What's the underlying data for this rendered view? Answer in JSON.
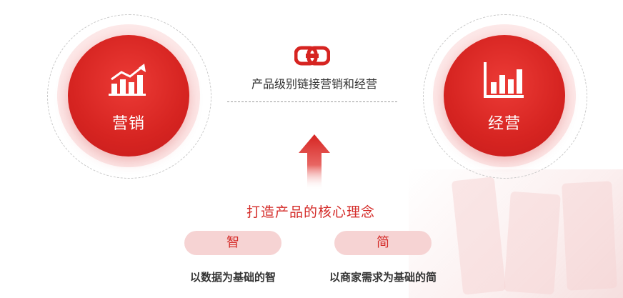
{
  "left_node": {
    "label": "营销",
    "icon": "chart-up-arrow-icon"
  },
  "right_node": {
    "label": "经营",
    "icon": "bar-chart-icon"
  },
  "link": {
    "caption": "产品级别链接营销和经营",
    "icon": "link-icon"
  },
  "core": {
    "title": "打造产品的核心理念",
    "pills": [
      {
        "label": "智",
        "caption": "以数据为基础的智"
      },
      {
        "label": "简",
        "caption": "以商家需求为基础的简"
      }
    ]
  },
  "colors": {
    "accent": "#d62421",
    "pill_bg": "#f6d3d3",
    "halo": "#fde8e8"
  }
}
